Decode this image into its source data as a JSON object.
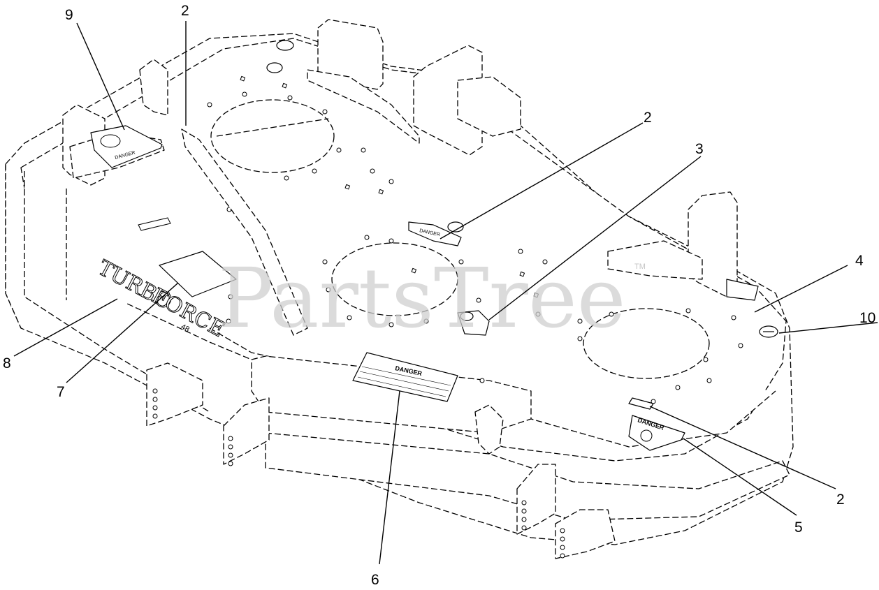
{
  "watermark": {
    "text": "PartsTree",
    "tm": "TM"
  },
  "deck": {
    "emboss_line1": "TURBO",
    "emboss_line2": "FORCE",
    "emboss_size": "48"
  },
  "decals": {
    "danger_large": "DANGER",
    "danger_small": "DANGER",
    "danger_corner": "DANGER",
    "danger_left": "DANGER"
  },
  "callouts": [
    {
      "id": "callout-9",
      "label": "9"
    },
    {
      "id": "callout-2a",
      "label": "2"
    },
    {
      "id": "callout-2b",
      "label": "2"
    },
    {
      "id": "callout-3",
      "label": "3"
    },
    {
      "id": "callout-4",
      "label": "4"
    },
    {
      "id": "callout-10",
      "label": "10"
    },
    {
      "id": "callout-8",
      "label": "8"
    },
    {
      "id": "callout-7",
      "label": "7"
    },
    {
      "id": "callout-6",
      "label": "6"
    },
    {
      "id": "callout-5",
      "label": "5"
    },
    {
      "id": "callout-2c",
      "label": "2"
    }
  ]
}
